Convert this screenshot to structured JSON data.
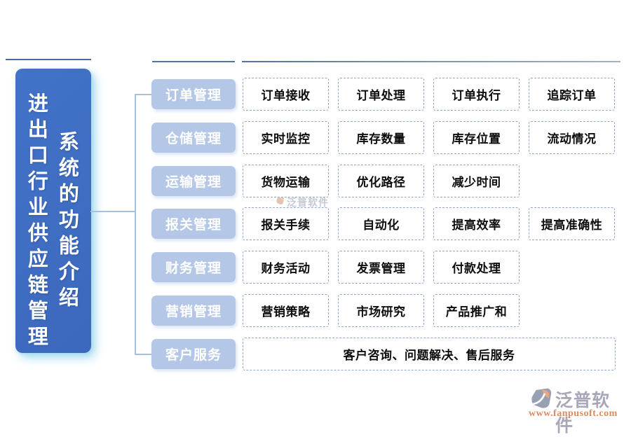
{
  "panel": {
    "title_col1": "进出口行业供应链管理",
    "title_col2": "系统的功能介绍"
  },
  "rows": [
    {
      "category": "订单管理",
      "items": [
        "订单接收",
        "订单处理",
        "订单执行",
        "追踪订单"
      ],
      "wide": false
    },
    {
      "category": "仓储管理",
      "items": [
        "实时监控",
        "库存数量",
        "库存位置",
        "流动情况"
      ],
      "wide": false
    },
    {
      "category": "运输管理",
      "items": [
        "货物运输",
        "优化路径",
        "减少时间"
      ],
      "wide": false
    },
    {
      "category": "报关管理",
      "items": [
        "报关手续",
        "自动化",
        "提高效率",
        "提高准确性"
      ],
      "wide": false
    },
    {
      "category": "财务管理",
      "items": [
        "财务活动",
        "发票管理",
        "付款处理"
      ],
      "wide": false
    },
    {
      "category": "营销管理",
      "items": [
        "营销策略",
        "市场研究",
        "产品推广和"
      ],
      "wide": false
    },
    {
      "category": "客户服务",
      "items": [
        "客户咨询、问题解决、售后服务"
      ],
      "wide": true
    }
  ],
  "watermark": {
    "brand": "泛普软件"
  },
  "footer": {
    "brand": "泛普软件",
    "url": "www.fanpusoft.com"
  },
  "colors": {
    "panel_blue": "#3e6dc1",
    "category_fill": "#b4c7e7",
    "box_border_dashed": "#8fa8cc",
    "connector_line": "#a9bfdb",
    "top_rule": "#4a6d9e",
    "brand_gray": "#a7a7b8",
    "brand_orange": "#e0895d"
  }
}
